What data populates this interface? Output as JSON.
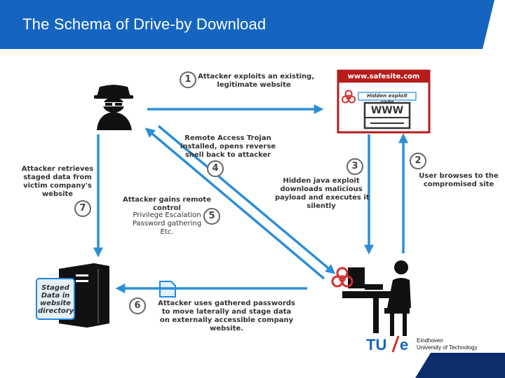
{
  "slide": {
    "title": "The Schema of Drive-by Download"
  },
  "website": {
    "url": "www.safesite.com",
    "hidden_code_label": "Hidden exploit code",
    "www_text": "WWW"
  },
  "steps": [
    {
      "number": "1",
      "text": "Attacker exploits an existing,\nlegitimate website"
    },
    {
      "number": "2",
      "text": "User browses to the\ncompromised site"
    },
    {
      "number": "3",
      "text": "Hidden java exploit\ndownloads malicious\npayload and executes it\nsilently"
    },
    {
      "number": "4",
      "text": "Remote Access Trojan\ninstalled, opens reverse\nshell back to attacker"
    },
    {
      "number": "5",
      "text": "Attacker gains remote\ncontrol"
    },
    {
      "number": "6",
      "text": "Attacker uses gathered passwords\nto move laterally and stage data\non externally accessible company\nwebsite."
    },
    {
      "number": "7",
      "text": "Attacker retrieves\nstaged data from\nvictim company's\nwebsite"
    }
  ],
  "step5_sub": "Privilege Escalation\nPassword gathering\nEtc.",
  "server_label": "Staged\nData in\nwebsite\ndirectory",
  "logo": {
    "line1": "Eindhoven",
    "line2": "University of Technology"
  },
  "colors": {
    "banner": "#1565c0",
    "arrow": "#2c8fd6",
    "site_border": "#b71c1c",
    "biohazard": "#d32f2f"
  }
}
